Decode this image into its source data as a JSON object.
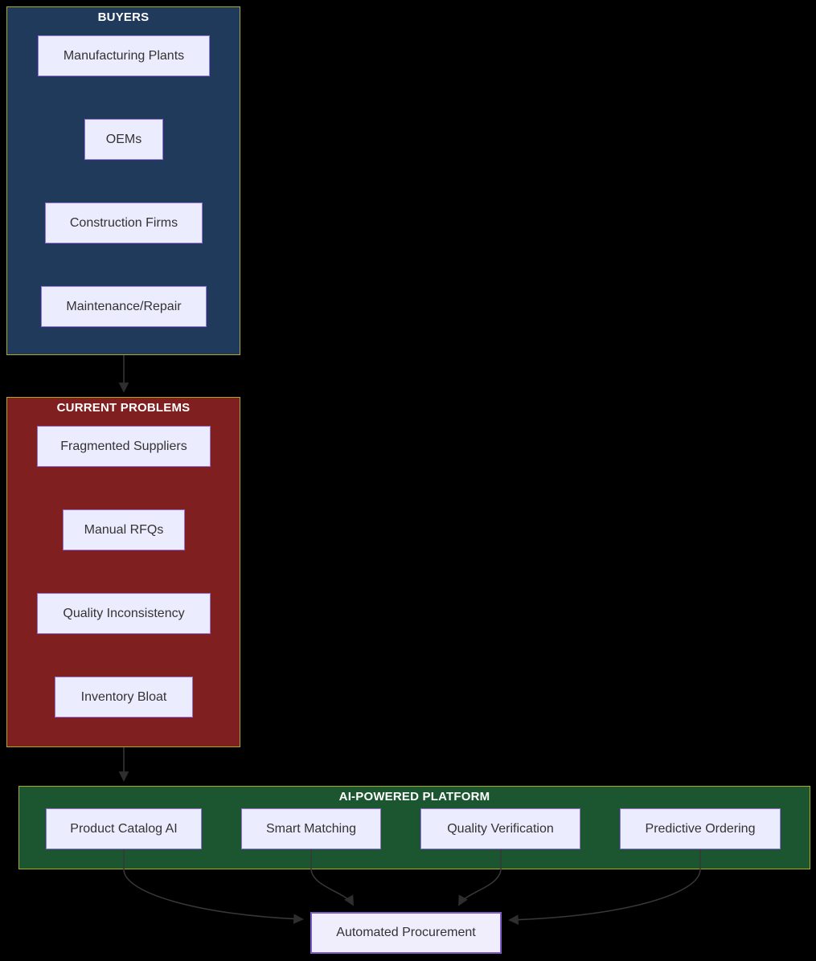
{
  "page": {
    "background_color": "#000000"
  },
  "diagram": {
    "type": "flowchart",
    "clusters": [
      {
        "title": "BUYERS",
        "fill": "#203a5c",
        "border": "#aaaa33",
        "items": [
          "Manufacturing Plants",
          "OEMs",
          "Construction Firms",
          "Maintenance/Repair"
        ]
      },
      {
        "title": "CURRENT PROBLEMS",
        "fill": "#7f1f1f",
        "border": "#aaaa33",
        "items": [
          "Fragmented Suppliers",
          "Manual RFQs",
          "Quality Inconsistency",
          "Inventory Bloat"
        ]
      },
      {
        "title": "AI-POWERED PLATFORM",
        "fill": "#1c5631",
        "border": "#aaaa33",
        "items": [
          "Product Catalog AI",
          "Smart Matching",
          "Quality Verification",
          "Predictive Ordering"
        ]
      }
    ],
    "result_node": {
      "label": "Automated Procurement",
      "fill": "#f0edfd",
      "border": "#7d5cc6"
    },
    "node_style": {
      "fill": "#ececff",
      "border": "#9370db",
      "text_color": "#333333"
    },
    "title_color": "#ffffff",
    "edge_color": "#383838",
    "edges": [
      "BUYERS -> CURRENT PROBLEMS",
      "CURRENT PROBLEMS -> AI-POWERED PLATFORM",
      "Product Catalog AI -> Automated Procurement",
      "Smart Matching -> Automated Procurement",
      "Quality Verification -> Automated Procurement",
      "Predictive Ordering -> Automated Procurement"
    ]
  }
}
